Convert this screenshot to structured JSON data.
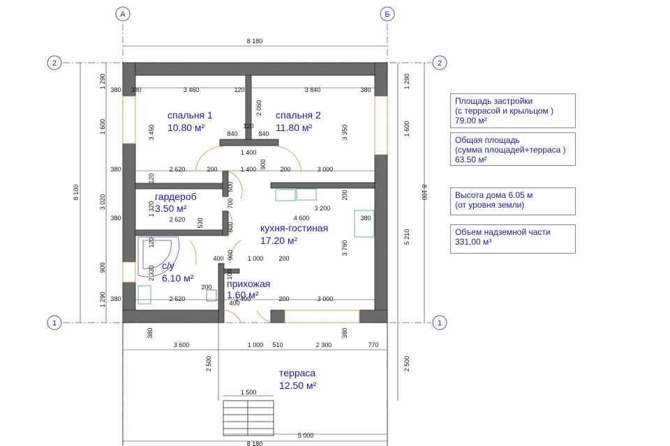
{
  "axes": {
    "top_left": "А",
    "top_right": "Б",
    "row_top": "2",
    "row_bottom": "1"
  },
  "overall": {
    "width_top": "8 180",
    "width_bottom": "8 180",
    "height_left": "8 100",
    "height_right": "8 100"
  },
  "rooms": {
    "bedroom1": {
      "name": "спальня 1",
      "area": "10.80 м²"
    },
    "bedroom2": {
      "name": "спальня 2",
      "area": "11.80 м²"
    },
    "wardrobe": {
      "name": "гардероб",
      "area": "3.50 м²"
    },
    "kitchen": {
      "name": "кухня-гостиная",
      "area": "17.20 м²"
    },
    "bathroom": {
      "name": "с/у",
      "area": "6.10 м²"
    },
    "hall": {
      "name": "прихожая",
      "area": "1.60 м²"
    },
    "terrace": {
      "name": "терраса",
      "area": "12.50 м²"
    }
  },
  "dimensions": {
    "d1": "380",
    "d2": "3 460",
    "d3": "120",
    "d4": "3 840",
    "d5": "380",
    "d6": "2 060",
    "d7": "840",
    "d8": "120",
    "d9": "840",
    "d10": "1 400",
    "d11": "900",
    "d12": "2 620",
    "d13": "200",
    "d14": "1 400",
    "d15": "200",
    "d16": "3 000",
    "d17": "120",
    "d18": "500",
    "d19": "1 320",
    "d20": "700",
    "d21": "200",
    "d22": "3 200",
    "d23": "2 620",
    "d24": "530",
    "d25": "800",
    "d26": "4 600",
    "d27": "380",
    "d28": "120",
    "d29": "900",
    "d30": "400",
    "d31": "1 000",
    "d32": "200",
    "d33": "3 790",
    "d34": "200",
    "d35": "2 330",
    "d36": "100",
    "d37": "2 620",
    "d38": "400",
    "d39": "1 400",
    "d40": "200",
    "d41": "3 000",
    "d42": "3 450",
    "d43": "3 350",
    "d44": "1 600",
    "d45": "1 600",
    "l1": "1 290",
    "l2": "380",
    "l3": "1 600",
    "l4": "380",
    "l5": "3 020",
    "l6": "380",
    "l7": "900",
    "l8": "1 290",
    "l9": "380",
    "r1": "1 290",
    "r2": "5 210",
    "r3": "380",
    "b1": "380",
    "b2": "3 600",
    "b3": "1 000",
    "b4": "510",
    "b5": "2 300",
    "b6": "770",
    "b7": "380",
    "t1": "2 500",
    "t2": "2 500",
    "t3": "1 500",
    "t4": "5 000"
  },
  "info": {
    "box1": [
      "Площадь застройки",
      "(с террасой и крыльцом )",
      "79.00 м²"
    ],
    "box2": [
      "Общая площадь",
      "(сумма площадей+терраса )",
      "63.50 м²"
    ],
    "box3": [
      "Высота дома  6.05 м",
      "(от уровня земли)"
    ],
    "box4": [
      "Объем надземной части",
      "331,00 м³"
    ]
  }
}
